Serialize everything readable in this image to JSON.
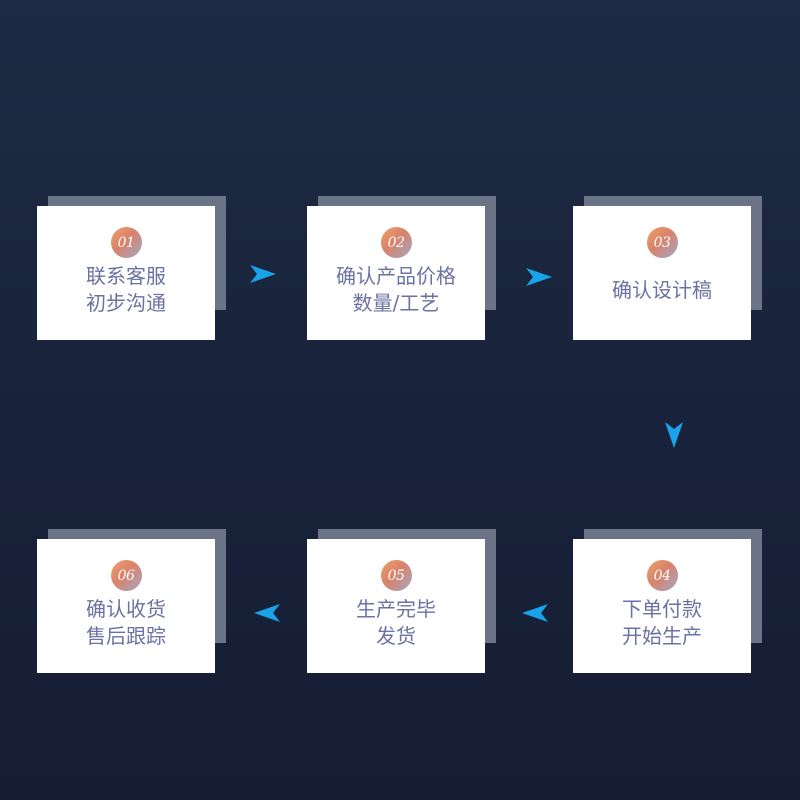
{
  "steps": [
    {
      "number": "01",
      "line1": "联系客服",
      "line2": "初步沟通"
    },
    {
      "number": "02",
      "line1": "确认产品价格",
      "line2": "数量/工艺"
    },
    {
      "number": "03",
      "line1": "确认设计稿",
      "line2": ""
    },
    {
      "number": "04",
      "line1": "下单付款",
      "line2": "开始生产"
    },
    {
      "number": "05",
      "line1": "生产完毕",
      "line2": "发货"
    },
    {
      "number": "06",
      "line1": "确认收货",
      "line2": "售后跟踪"
    }
  ],
  "colors": {
    "background": "#1a2440",
    "card": "#ffffff",
    "card_shadow": "#6b7386",
    "text": "#6b72a4",
    "arrow": "#1aa3e8",
    "badge_orange": "#f2a06b",
    "badge_lavender": "#a3a9c7"
  },
  "icons": {
    "arrow_right": "arrow-right-icon",
    "arrow_down": "arrow-down-icon",
    "arrow_left": "arrow-left-icon"
  }
}
